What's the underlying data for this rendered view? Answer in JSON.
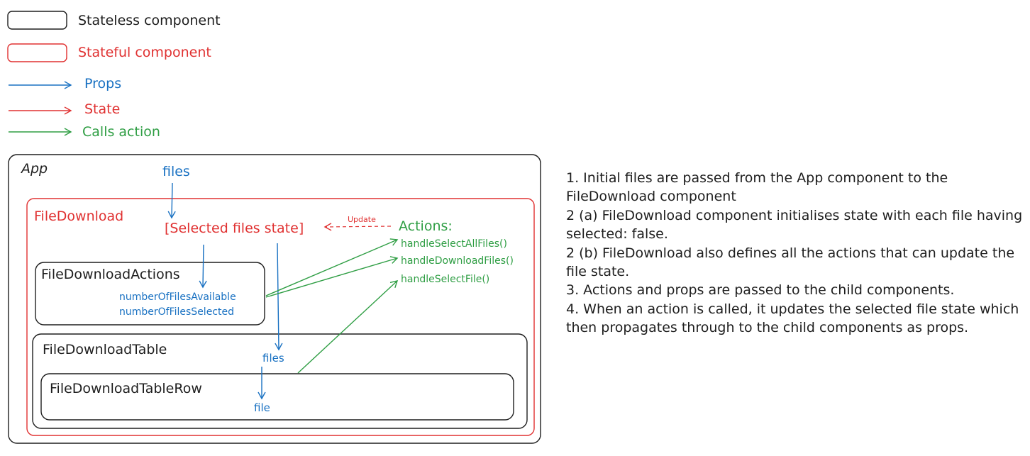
{
  "colors": {
    "stateless": "#1e1e1e",
    "stateful": "#e03131",
    "props": "#1971c2",
    "action": "#2f9e44"
  },
  "legend": {
    "stateless": "Stateless component",
    "stateful": "Stateful component",
    "props": "Props",
    "state": "State",
    "calls_action": "Calls action"
  },
  "app": {
    "label": "App",
    "files_label": "files"
  },
  "file_download": {
    "label": "FileDownload",
    "state_label": "[Selected files state]",
    "update_label": "Update",
    "actions_title": "Actions:",
    "actions": [
      "handleSelectAllFiles()",
      "handleDownloadFiles()",
      "handleSelectFile()"
    ]
  },
  "file_download_actions": {
    "label": "FileDownloadActions",
    "props": [
      "numberOfFilesAvailable",
      "numberOfFilesSelected"
    ]
  },
  "file_download_table": {
    "label": "FileDownloadTable",
    "files_label": "files"
  },
  "file_download_table_row": {
    "label": "FileDownloadTableRow",
    "file_label": "file"
  },
  "notes": [
    "1. Initial files are passed from the App component to the FileDownload component",
    "2 (a) FileDownload component initialises state with each file having selected: false.",
    "2 (b) FileDownload also defines all the actions that can update the file state.",
    "3. Actions and props are passed to the child components.",
    "4. When an action is called, it updates the selected file state which then propagates through to the child components as props."
  ]
}
